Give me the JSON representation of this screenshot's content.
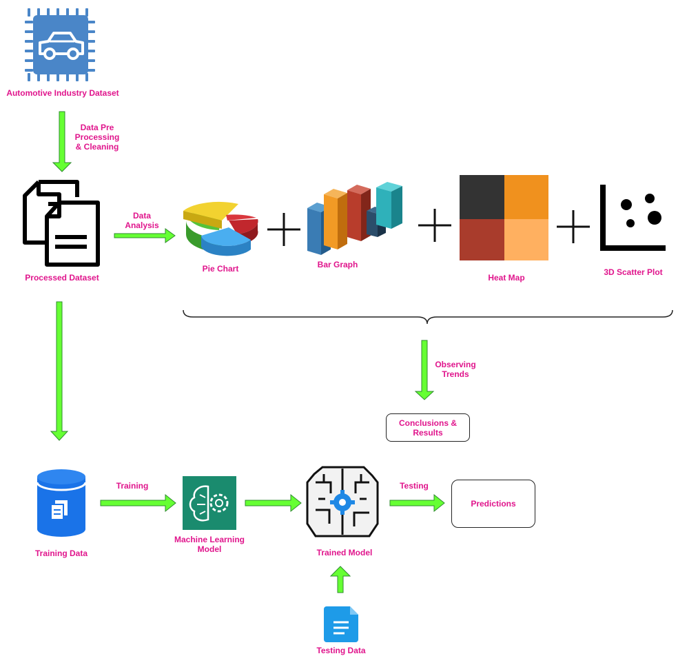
{
  "nodes": {
    "automotive_dataset": "Automotive Industry  Dataset",
    "processed_dataset": "Processed Dataset",
    "pie_chart": "Pie Chart",
    "bar_graph": "Bar Graph",
    "heat_map": "Heat Map",
    "scatter_plot": "3D Scatter Plot",
    "conclusions": "Conclusions &\nResults",
    "training_data": "Training Data",
    "ml_model": "Machine Learning\nModel",
    "trained_model": "Trained Model",
    "predictions": "Predictions",
    "testing_data": "Testing Data"
  },
  "edges": {
    "preprocessing": "Data Pre\nProcessing\n& Cleaning",
    "analysis": "Data\nAnalysis",
    "observing": "Observing\nTrends",
    "training": "Training",
    "testing": "Testing"
  },
  "colors": {
    "label": "#e0158c",
    "arrow_fill": "#66ff33",
    "arrow_stroke": "#2e8b2e",
    "chip_blue": "#4a86c8",
    "db_blue": "#1a73e8",
    "ml_green": "#1a8b6e",
    "file_blue": "#1e9be8"
  },
  "icons": {
    "automotive": "car-chip-icon",
    "processed": "documents-icon",
    "pie": "pie-chart-3d-icon",
    "bar": "bar-graph-3d-icon",
    "heat": "heat-map-icon",
    "scatter": "scatter-plot-icon",
    "training_data": "database-icon",
    "ml_model": "brain-gear-icon",
    "trained_model": "brain-chip-icon",
    "testing_data": "file-icon"
  }
}
